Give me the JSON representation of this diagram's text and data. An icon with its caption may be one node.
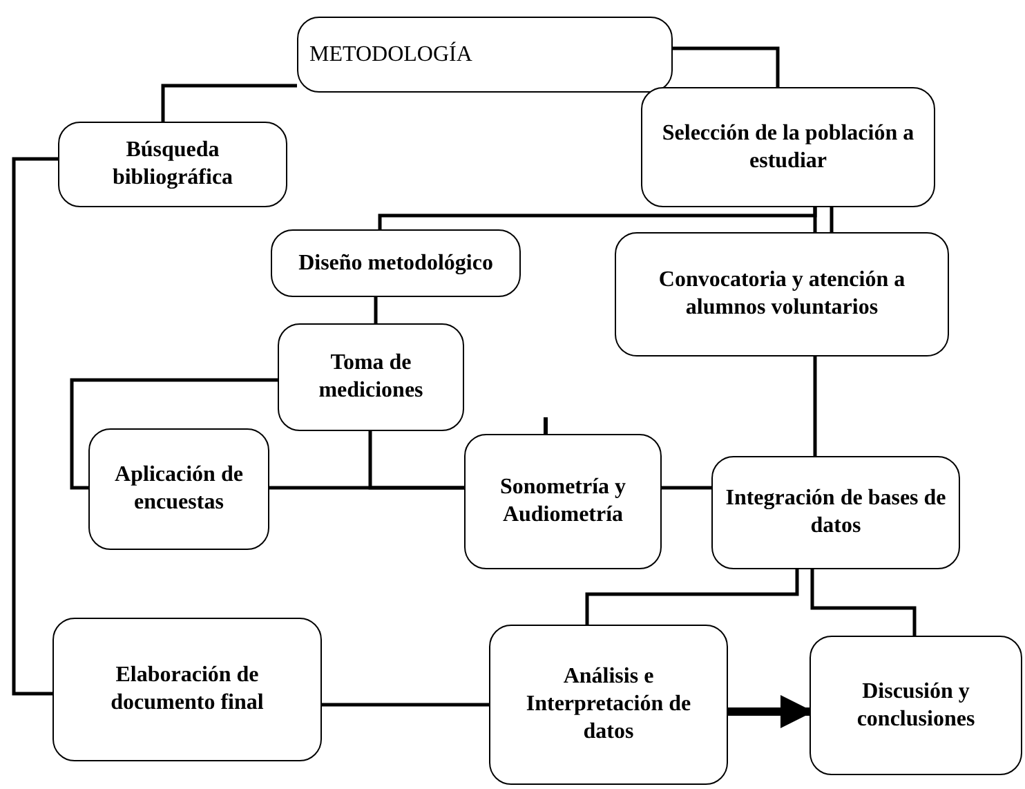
{
  "diagram": {
    "nodes": [
      {
        "text": [
          "METODOLOGÍA"
        ]
      },
      {
        "text": [
          "Búsqueda bibliográfica"
        ]
      },
      {
        "text": [
          "Selección de la población a estudiar"
        ]
      },
      {
        "text": [
          "Diseño metodológico"
        ]
      },
      {
        "text": [
          "Convocatoria y atención a alumnos voluntarios"
        ]
      },
      {
        "text": [
          "Toma de mediciones"
        ]
      },
      {
        "text": [
          "Aplicación de encuestas"
        ]
      },
      {
        "text": [
          "Sonometría y Audiometría"
        ]
      },
      {
        "text": [
          "Integración de bases de datos"
        ]
      },
      {
        "text": [
          "Elaboración de documento final"
        ]
      },
      {
        "text": [
          "Análisis e Interpretación de datos"
        ]
      },
      {
        "text": [
          "Discusión y conclusiones"
        ]
      }
    ],
    "edges": [
      {
        "from": 0,
        "to": 1,
        "arrow": "none"
      },
      {
        "from": 0,
        "to": 2,
        "arrow": "none"
      },
      {
        "from": 2,
        "to": 3,
        "arrow": "none"
      },
      {
        "from": 2,
        "to": 4,
        "arrow": "none"
      },
      {
        "from": 3,
        "to": 5,
        "arrow": "none"
      },
      {
        "from": 5,
        "to": 6,
        "arrow": "none"
      },
      {
        "from": 6,
        "to": 7,
        "arrow": "none"
      },
      {
        "from": 5,
        "to": 7,
        "arrow": "none"
      },
      {
        "from": 4,
        "to": 8,
        "arrow": "none"
      },
      {
        "from": 7,
        "to": 8,
        "arrow": "none"
      },
      {
        "from": 8,
        "to": 10,
        "arrow": "none"
      },
      {
        "from": 8,
        "to": 11,
        "arrow": "none"
      },
      {
        "from": 9,
        "to": 10,
        "arrow": "none"
      },
      {
        "from": 10,
        "to": 11,
        "arrow": "to",
        "style": "thick"
      },
      {
        "from": 1,
        "to": 9,
        "arrow": "none"
      }
    ]
  }
}
